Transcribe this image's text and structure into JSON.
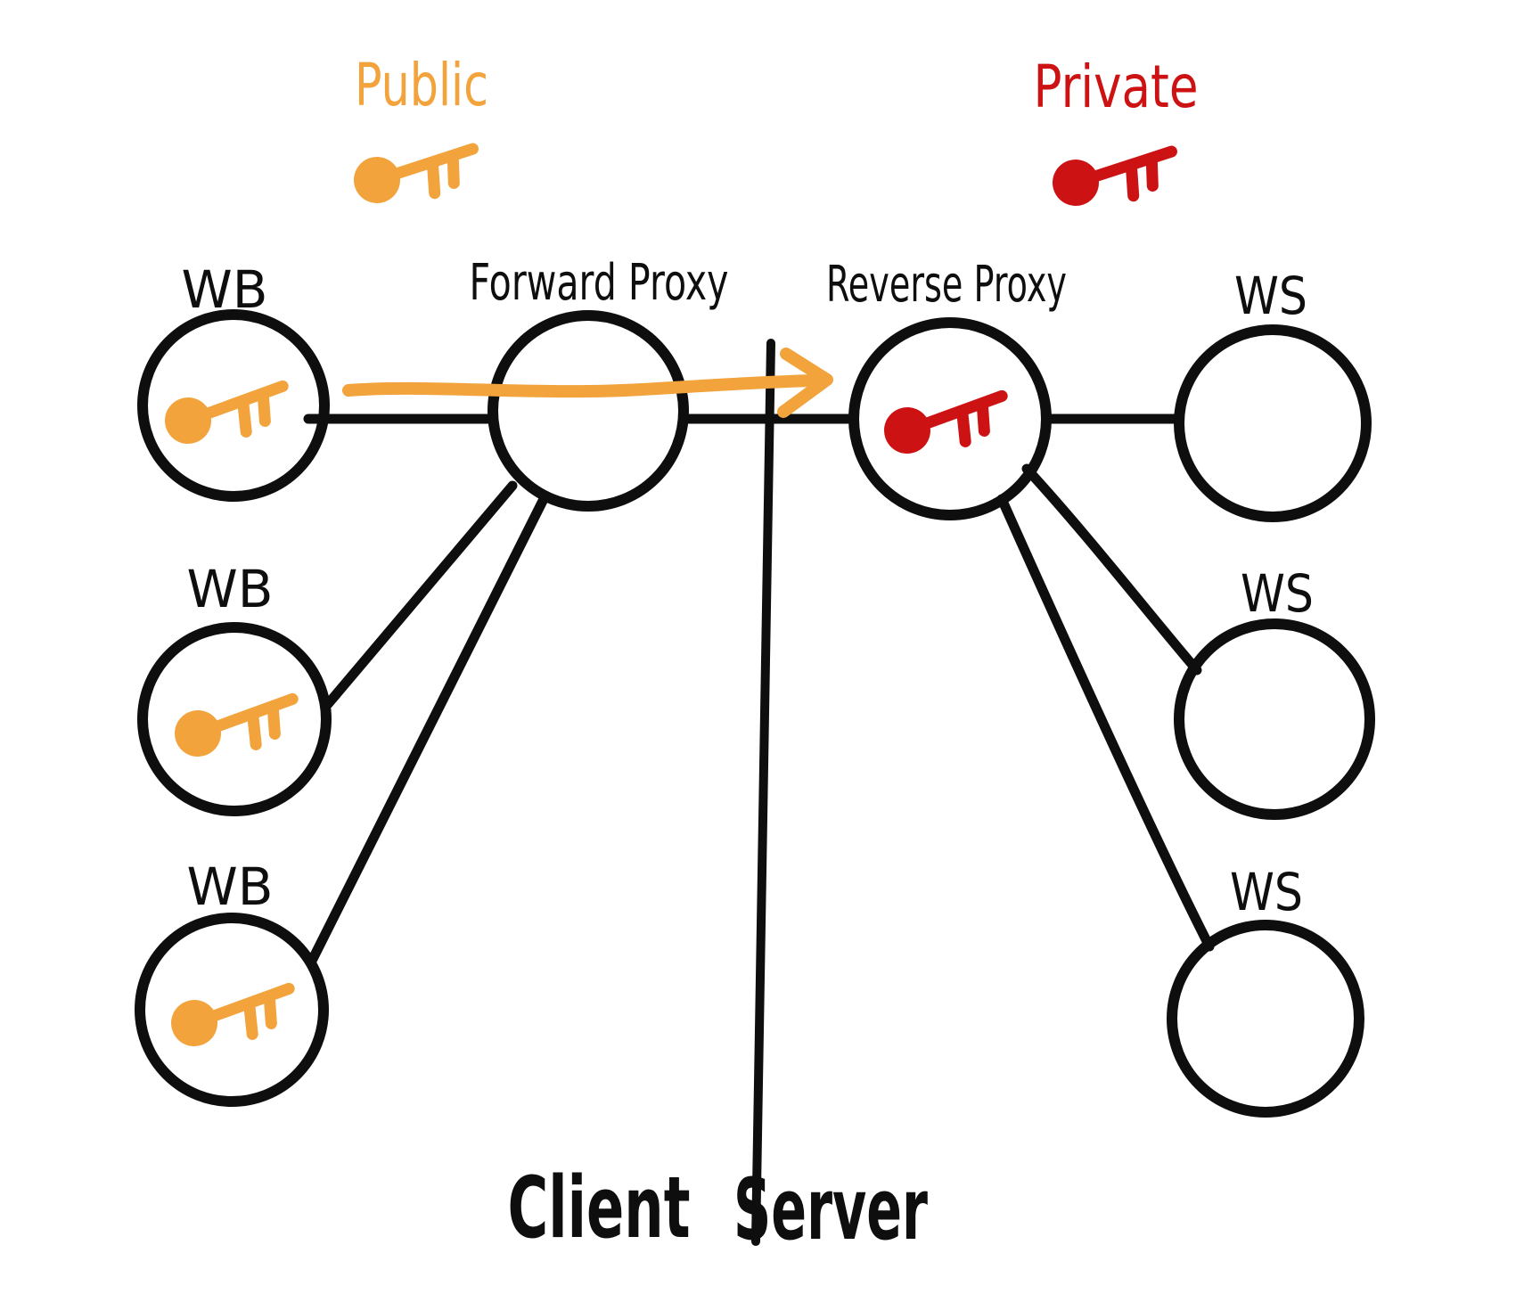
{
  "legend": {
    "public": {
      "label": "Public",
      "color": "#f2a33c",
      "icon": "key-icon"
    },
    "private": {
      "label": "Private",
      "color": "#cc1212",
      "icon": "key-icon"
    }
  },
  "zones": {
    "client_label": "Client",
    "server_label": "Server"
  },
  "nodes": {
    "wb_1": {
      "label": "WB",
      "key": "public"
    },
    "wb_2": {
      "label": "WB",
      "key": "public"
    },
    "wb_3": {
      "label": "WB",
      "key": "public"
    },
    "forward_proxy": {
      "label": "Forward Proxy",
      "zone": "client"
    },
    "reverse_proxy": {
      "label": "Reverse Proxy",
      "zone": "server",
      "key": "private"
    },
    "ws_1": {
      "label": "WS"
    },
    "ws_2": {
      "label": "WS"
    },
    "ws_3": {
      "label": "WS"
    }
  },
  "edges": [
    {
      "from": "wb_1",
      "to": "forward_proxy"
    },
    {
      "from": "wb_2",
      "to": "forward_proxy"
    },
    {
      "from": "wb_3",
      "to": "forward_proxy"
    },
    {
      "from": "forward_proxy",
      "to": "reverse_proxy"
    },
    {
      "from": "reverse_proxy",
      "to": "ws_1"
    },
    {
      "from": "reverse_proxy",
      "to": "ws_2"
    },
    {
      "from": "reverse_proxy",
      "to": "ws_3"
    }
  ],
  "arrow": {
    "from": "wb_1",
    "to": "reverse_proxy",
    "color": "#f2a33c",
    "represents": "public key request flow"
  }
}
